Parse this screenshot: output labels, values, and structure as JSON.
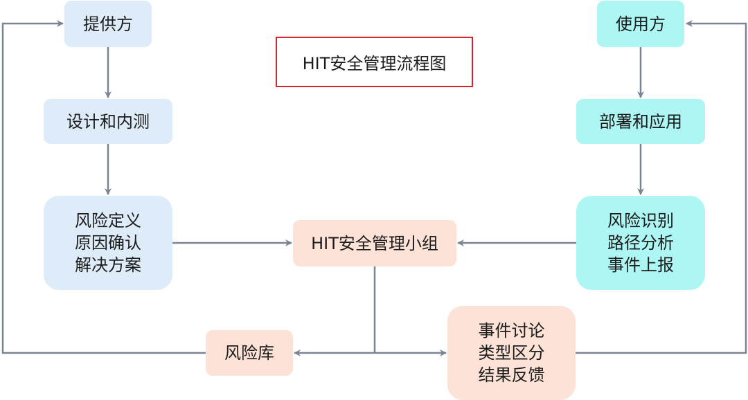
{
  "title": "HIT安全管理流程图",
  "nodes": {
    "provider": [
      "提供方"
    ],
    "design_test": [
      "设计和内测"
    ],
    "risk_define": [
      "风险定义",
      "原因确认",
      "解决方案"
    ],
    "hit_team": [
      "HIT安全管理小组"
    ],
    "risk_db": [
      "风险库"
    ],
    "event_discuss": [
      "事件讨论",
      "类型区分",
      "结果反馈"
    ],
    "user": [
      "使用方"
    ],
    "deploy": [
      "部署和应用"
    ],
    "risk_identify": [
      "风险识别",
      "路径分析",
      "事件上报"
    ]
  },
  "colors": {
    "provider_fill": "#deebf8",
    "user_fill": "#aef6f3",
    "team_fill": "#fde3d7",
    "connector": "#7a8495",
    "title_border": "#d8242e"
  }
}
